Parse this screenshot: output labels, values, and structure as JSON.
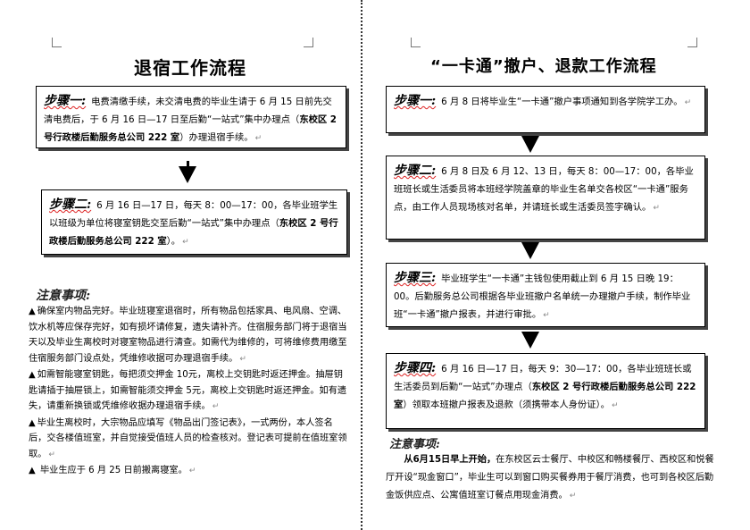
{
  "left": {
    "title": "退宿工作流程",
    "steps": [
      {
        "label": "步骤一:",
        "text1": "电费清缴手续，未交清电费的毕业生请于 6 月 15 日前先交清电费后，于 6 月 16 日—17 日至后勤“一站式”集中办理点（",
        "place": "东校区 2 号行政楼后勤服务总公司 222 室",
        "text2": "）办理退宿手续。"
      },
      {
        "label": "步骤二:",
        "text1": "6 月 16 日—17 日，每天 8：00—17：00，各毕业班学生以班级为单位将寝室钥匙交至后勤“一站式”集中办理点（",
        "place": "东校区 2 号行政楼后勤服务总公司 222 室",
        "text2": "）。"
      }
    ],
    "notes_title": "注意事项:",
    "notes": [
      "确保室内物品完好。毕业班寝室退宿时，所有物品包括家具、电风扇、空调、饮水机等应保存完好，如有损坏请修复，遗失请补齐。住宿服务部门将于退宿当天以及毕业生离校时对寝室物品进行清查。如需代为维修的，可将维修费用缴至住宿服务部门设点处，凭维修收据可办理退宿手续。",
      "如需智能寝室钥匙，每把须交押金 10元，离校上交钥匙时返还押金。抽屉钥匙请插于抽屉锁上，如需智能须交押金 5元，离校上交钥匙时返还押金。如有遗失，请重新换锁或凭维修收据办理退宿手续。",
      "毕业生离校时，大宗物品应填写《物品出门签记表》，一式两份，本人签名后，交各楼值班室，并自觉接受值班人员的检查核对。登记表可提前在值班室领取。",
      " 毕业生应于 6 月 25 日前搬离寝室。"
    ]
  },
  "right": {
    "title": "“一卡通”撤户、退款工作流程",
    "steps": [
      {
        "label": "步骤一:",
        "text1": "6 月 8 日将毕业生“一卡通”撤户事项通知到各学院学工办。",
        "place": "",
        "text2": ""
      },
      {
        "label": "步骤二:",
        "text1": "6 月 8 日及 6 月 12、13 日，每天 8：00—17：00，各毕业班班长或生活委员将本班经学院盖章的毕业生名单交各校区“一卡通”服务点，由工作人员现场核对名单，并请班长或生活委员签字确认。",
        "place": "",
        "text2": ""
      },
      {
        "label": "步骤三:",
        "text1": "毕业班学生“一卡通”主钱包使用截止到 6 月 15 日晚 19：00。后勤服务总公司根据各毕业班撤户名单统一办理撤户手续，制作毕业班“一卡通”撤户报表，并进行审批。",
        "place": "",
        "text2": ""
      },
      {
        "label": "步骤四:",
        "text1": "6 月 16 日—17 日，每天 9：30—17：00，各毕业班班长或生活委员到后勤“一站式”办理点（",
        "place": "东校区 2 号行政楼后勤服务总公司 222 室",
        "text2": "）领取本班撤户报表及退款（须携带本人身份证）。"
      }
    ],
    "notes_title": "注意事项:",
    "notes_lead": "从6月15日早上开始，",
    "notes_text": "在东校区云士餐厅、中校区和畅楼餐厅、西校区和悦餐厅开设“现金窗口”，毕业生可以到窗口购买餐券用于餐厅消费，也可到各校区后勤金饭供应点、公寓值班室订餐点用现金消费。"
  },
  "marks": {
    "bullet": "▲",
    "return": "↵"
  },
  "colors": {
    "text": "#000000",
    "wavy_underline": "#dd2222",
    "divider": "#333333"
  }
}
